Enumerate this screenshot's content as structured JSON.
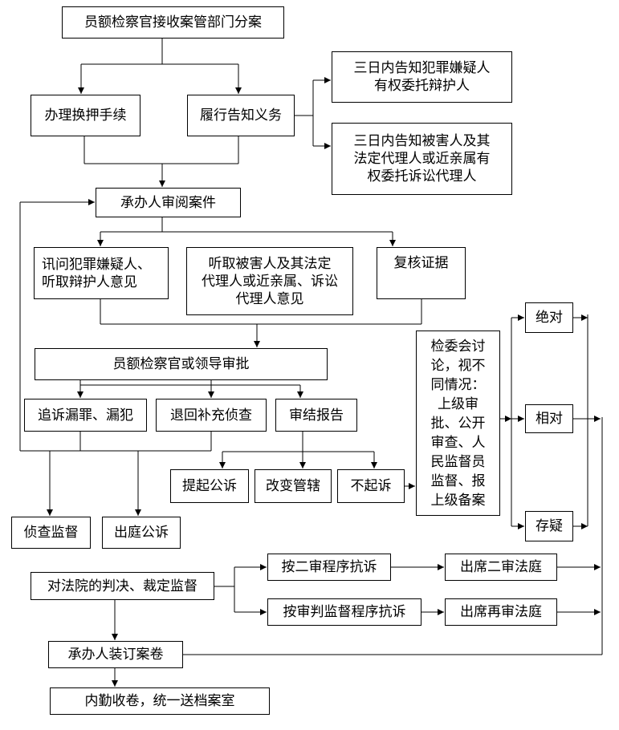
{
  "nodes": {
    "receive_case": "员额检察官接收案管部门分案",
    "custody_procedure": "办理换押手续",
    "notification_duty": "履行告知义务",
    "notify_suspect": "三日内告知犯罪嫌疑人\n有权委托辩护人",
    "notify_victim": "三日内告知被害人及其\n法定代理人或近亲属有\n权委托诉讼代理人",
    "review_case": "承办人审阅案件",
    "interrogate": "讯问犯罪嫌疑人、\n听取辩护人意见",
    "hear_victim": "听取被害人及其法定\n代理人或近亲属、诉讼\n代理人意见",
    "verify_evidence": "复核证据",
    "approval": "员额检察官或领导审批",
    "pursue_omission": "追诉漏罪、漏犯",
    "return_investigation": "退回补充侦查",
    "review_report": "审结报告",
    "prosecute": "提起公诉",
    "change_jurisdiction": "改变管辖",
    "no_prosecution": "不起诉",
    "committee": "检委会讨\n论，视不\n同情况：\n上级审\n批、公开\n审查、人\n民监督员\n监督、报\n上级备案",
    "absolute": "绝对",
    "relative": "相对",
    "doubtful": "存疑",
    "investigation_supervision": "侦查监督",
    "court_prosecution": "出庭公诉",
    "judgment_supervision": "对法院的判决、裁定监督",
    "appeal_second_instance": "按二审程序抗诉",
    "attend_second_instance": "出席二审法庭",
    "appeal_trial_supervision": "按审判监督程序抗诉",
    "attend_retrial": "出席再审法庭",
    "bind_files": "承办人装订案卷",
    "archive": "内勤收卷，统一送档案室"
  },
  "colors": {
    "line": "#000000",
    "box_border": "#000000",
    "background": "#ffffff"
  }
}
